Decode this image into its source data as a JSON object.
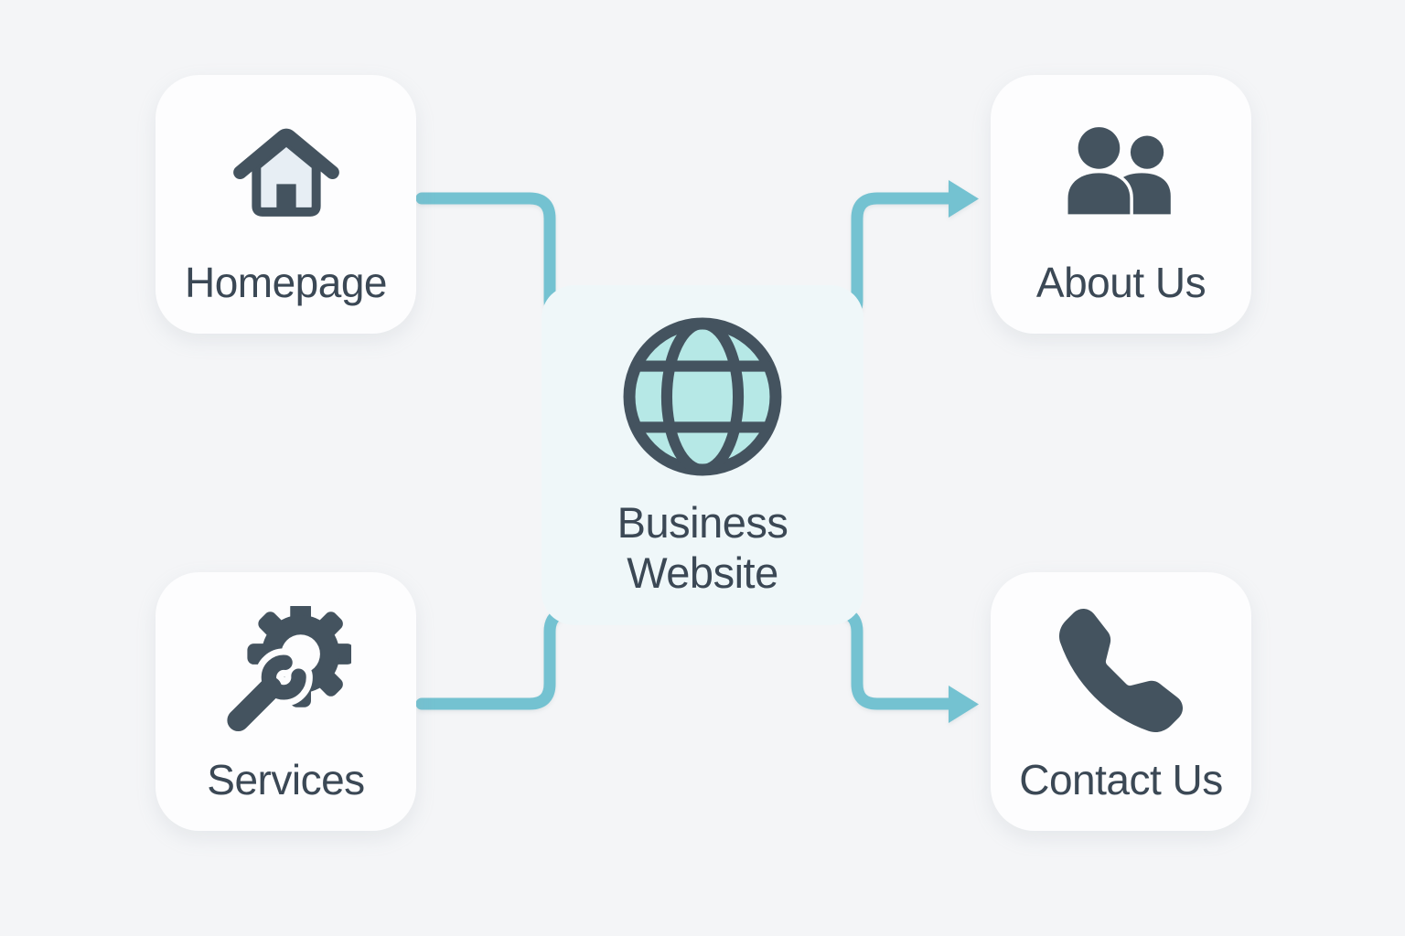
{
  "title": "Business website structure diagram",
  "colors": {
    "background": "#f4f5f7",
    "card_background": "#fdfdfe",
    "center_panel_background": "#eff7f9",
    "icon_slate": "#44535f",
    "label_text": "#3b4855",
    "connector_teal": "#74c2d1",
    "globe_fill": "#b6e8e6",
    "house_fill": "#e7eef4"
  },
  "center": {
    "icon": "globe-icon",
    "label_line1": "Business",
    "label_line2": "Website"
  },
  "nodes": [
    {
      "id": "homepage",
      "label": "Homepage",
      "icon": "home-icon",
      "position": "top-left"
    },
    {
      "id": "about",
      "label": "About Us",
      "icon": "people-icon",
      "position": "top-right"
    },
    {
      "id": "services",
      "label": "Services",
      "icon": "gear-wrench-icon",
      "position": "bottom-left"
    },
    {
      "id": "contact",
      "label": "Contact Us",
      "icon": "phone-icon",
      "position": "bottom-right"
    }
  ],
  "connectors": [
    {
      "from": "homepage",
      "to": "center",
      "arrowhead": false
    },
    {
      "from": "center",
      "to": "about",
      "arrowhead": true
    },
    {
      "from": "services",
      "to": "center",
      "arrowhead": false
    },
    {
      "from": "center",
      "to": "contact",
      "arrowhead": true
    }
  ]
}
